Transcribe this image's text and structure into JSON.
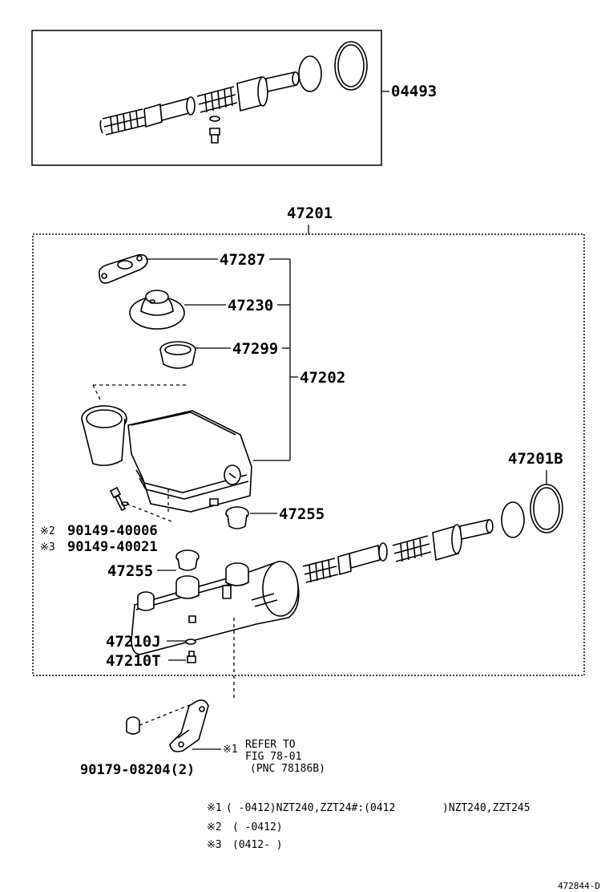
{
  "parts": {
    "kit_top": "04493",
    "assembly": "47201",
    "gasket": "47287",
    "cap": "47230",
    "strainer": "47299",
    "reservoir": "47202",
    "kit_b": "47201B",
    "grommet_right": "47255",
    "pin1": "90149-40006",
    "pin2": "90149-40021",
    "grommet_left": "47255",
    "joint": "47210J",
    "bleeder": "47210T",
    "nut": "90179-08204(2)"
  },
  "marks": {
    "m1": "※1",
    "m2": "※2",
    "m3": "※3"
  },
  "refer": {
    "line1": "REFER TO",
    "line2": "FIG 78-01",
    "line3": "(PNC 78186B)"
  },
  "notes": {
    "n1_mark": "※1",
    "n1_a": "(     -0412)NZT240,ZZT24#:(0412",
    "n1_b": ")NZT240,ZZT245",
    "n2_mark": "※2",
    "n2": "(     -0412)",
    "n3_mark": "※3",
    "n3": "(0412-     )"
  },
  "footer": {
    "code": "472844-D"
  }
}
